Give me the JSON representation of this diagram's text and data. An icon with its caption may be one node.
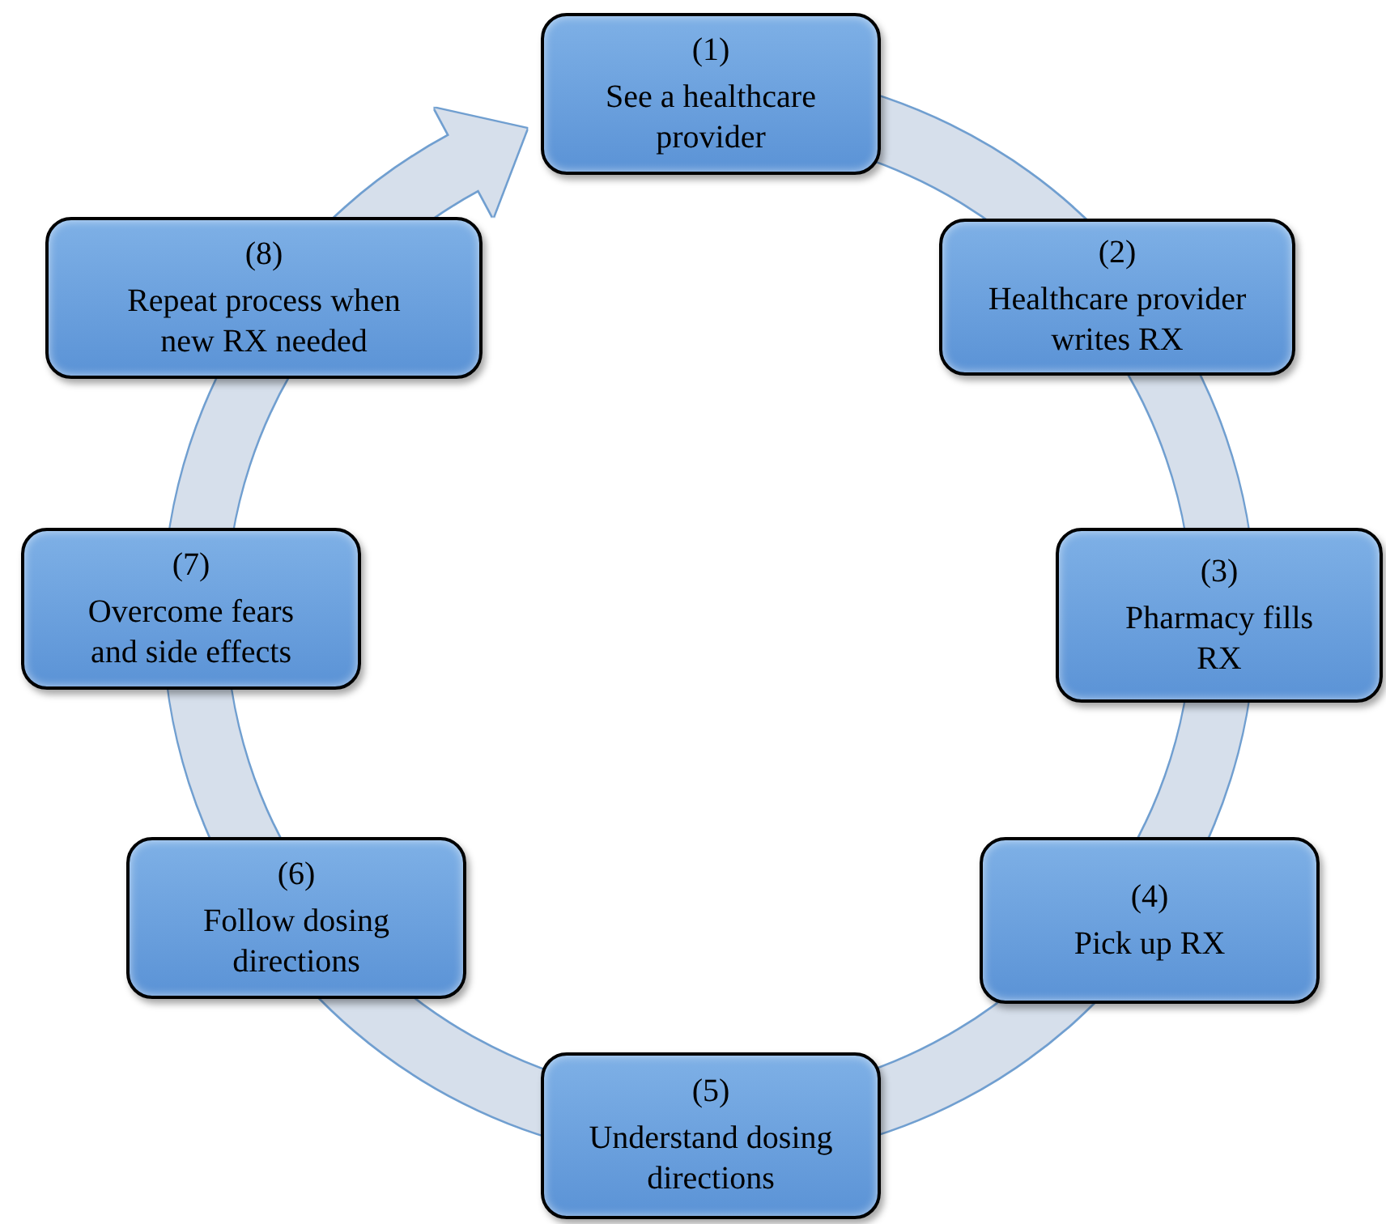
{
  "diagram": {
    "nodes": [
      {
        "text": [
          "(1)",
          "See a healthcare provider"
        ]
      },
      {
        "text": [
          "(2)",
          "Healthcare provider writes RX"
        ]
      },
      {
        "text": [
          "(3)",
          "Pharmacy fills RX"
        ]
      },
      {
        "text": [
          "(4)",
          "Pick up RX"
        ]
      },
      {
        "text": [
          "(5)",
          "Understand dosing directions"
        ]
      },
      {
        "text": [
          "(6)",
          "Follow dosing directions"
        ]
      },
      {
        "text": [
          "(7)",
          "Overcome fears and side effects"
        ]
      },
      {
        "text": [
          "(8)",
          "Repeat process when new RX needed"
        ]
      }
    ],
    "edges": [
      {
        "from": 0,
        "to": 1,
        "arrow": "none"
      },
      {
        "from": 1,
        "to": 2,
        "arrow": "none"
      },
      {
        "from": 2,
        "to": 3,
        "arrow": "none"
      },
      {
        "from": 3,
        "to": 4,
        "arrow": "none"
      },
      {
        "from": 4,
        "to": 5,
        "arrow": "none"
      },
      {
        "from": 5,
        "to": 6,
        "arrow": "none"
      },
      {
        "from": 6,
        "to": 7,
        "arrow": "none"
      },
      {
        "from": 7,
        "to": 0,
        "arrow": "to"
      }
    ]
  }
}
